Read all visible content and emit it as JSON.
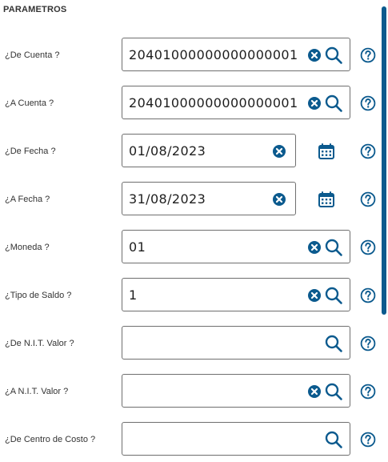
{
  "panel": {
    "title": "PARAMETROS"
  },
  "colors": {
    "accent": "#0b5a8e",
    "border": "#6f6f6f",
    "text": "#333333"
  },
  "fields": [
    {
      "label": "¿De Cuenta ?",
      "value": "20401000000000000001",
      "clear": true,
      "search": true,
      "calendar": false
    },
    {
      "label": "¿A Cuenta ?",
      "value": "20401000000000000001",
      "clear": true,
      "search": true,
      "calendar": false
    },
    {
      "label": "¿De Fecha ?",
      "value": "01/08/2023",
      "clear": true,
      "search": false,
      "calendar": true
    },
    {
      "label": "¿A Fecha ?",
      "value": "31/08/2023",
      "clear": true,
      "search": false,
      "calendar": true
    },
    {
      "label": "¿Moneda ?",
      "value": "01",
      "clear": true,
      "search": true,
      "calendar": false
    },
    {
      "label": "¿Tipo de Saldo ?",
      "value": "1",
      "clear": true,
      "search": true,
      "calendar": false
    },
    {
      "label": "¿De N.I.T. Valor ?",
      "value": "",
      "clear": false,
      "search": true,
      "calendar": false
    },
    {
      "label": "¿A N.I.T. Valor ?",
      "value": "",
      "clear": true,
      "search": true,
      "calendar": false
    },
    {
      "label": "¿De Centro de Costo ?",
      "value": "",
      "clear": false,
      "search": true,
      "calendar": false
    }
  ],
  "icons": {
    "clear": "close-circle-icon",
    "search": "search-icon",
    "calendar": "calendar-icon",
    "help": "help-circle-icon"
  }
}
